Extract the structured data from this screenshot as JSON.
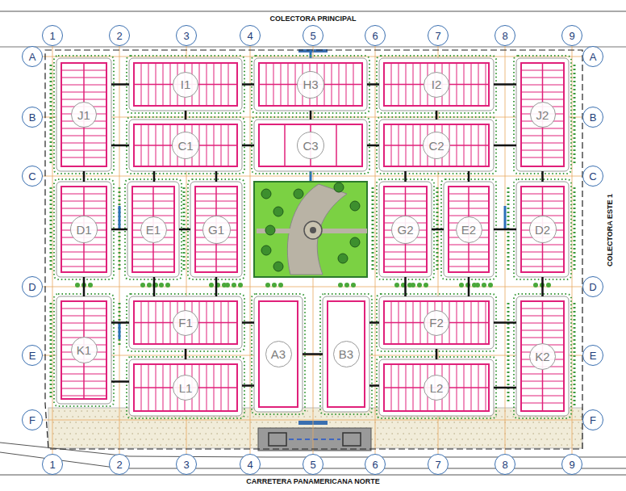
{
  "diagram": {
    "nodes": [
      {
        "text": [
          "1"
        ]
      },
      {
        "text": [
          "2"
        ]
      },
      {
        "text": [
          "3"
        ]
      },
      {
        "text": [
          "4"
        ]
      },
      {
        "text": [
          "5"
        ]
      },
      {
        "text": [
          "6"
        ]
      },
      {
        "text": [
          "7"
        ]
      },
      {
        "text": [
          "8"
        ]
      },
      {
        "text": [
          "9"
        ]
      },
      {
        "text": [
          "A"
        ]
      },
      {
        "text": [
          "B"
        ]
      },
      {
        "text": [
          "C"
        ]
      },
      {
        "text": [
          "D"
        ]
      },
      {
        "text": [
          "E"
        ]
      },
      {
        "text": [
          "F"
        ]
      },
      {
        "text": [
          "A"
        ]
      },
      {
        "text": [
          "B"
        ]
      },
      {
        "text": [
          "C"
        ]
      },
      {
        "text": [
          "D"
        ]
      },
      {
        "text": [
          "E"
        ]
      },
      {
        "text": [
          "F"
        ]
      },
      {
        "text": [
          "1"
        ]
      },
      {
        "text": [
          "2"
        ]
      },
      {
        "text": [
          "3"
        ]
      },
      {
        "text": [
          "4"
        ]
      },
      {
        "text": [
          "5"
        ]
      },
      {
        "text": [
          "6"
        ]
      },
      {
        "text": [
          "7"
        ]
      },
      {
        "text": [
          "8"
        ]
      },
      {
        "text": [
          "9"
        ]
      },
      {
        "text": [
          "J1"
        ]
      },
      {
        "text": [
          "I1"
        ]
      },
      {
        "text": [
          "H3"
        ]
      },
      {
        "text": [
          "I2"
        ]
      },
      {
        "text": [
          "J2"
        ]
      },
      {
        "text": [
          "C1"
        ]
      },
      {
        "text": [
          "C3"
        ]
      },
      {
        "text": [
          "C2"
        ]
      },
      {
        "text": [
          "D1"
        ]
      },
      {
        "text": [
          "E1"
        ]
      },
      {
        "text": [
          "G1"
        ]
      },
      {
        "text": [
          "G2"
        ]
      },
      {
        "text": [
          "E2"
        ]
      },
      {
        "text": [
          "D2"
        ]
      },
      {
        "text": [
          "K1"
        ]
      },
      {
        "text": [
          "F1"
        ]
      },
      {
        "text": [
          "A3"
        ]
      },
      {
        "text": [
          "B3"
        ]
      },
      {
        "text": [
          "F2"
        ]
      },
      {
        "text": [
          "K2"
        ]
      },
      {
        "text": [
          "L1"
        ]
      },
      {
        "text": [
          "L2"
        ]
      }
    ],
    "edges": [
      {
        "from": 30,
        "to": 31,
        "arrow": "none"
      },
      {
        "from": 31,
        "to": 32,
        "arrow": "none"
      },
      {
        "from": 32,
        "to": 33,
        "arrow": "none"
      },
      {
        "from": 33,
        "to": 34,
        "arrow": "none"
      },
      {
        "from": 30,
        "to": 35,
        "arrow": "none"
      },
      {
        "from": 35,
        "to": 36,
        "arrow": "none"
      },
      {
        "from": 36,
        "to": 37,
        "arrow": "none"
      },
      {
        "from": 37,
        "to": 34,
        "arrow": "none"
      },
      {
        "from": 31,
        "to": 35,
        "arrow": "none"
      },
      {
        "from": 32,
        "to": 36,
        "arrow": "none"
      },
      {
        "from": 33,
        "to": 37,
        "arrow": "none"
      },
      {
        "from": 30,
        "to": 38,
        "arrow": "none"
      },
      {
        "from": 34,
        "to": 43,
        "arrow": "none"
      },
      {
        "from": 35,
        "to": 39,
        "arrow": "none"
      },
      {
        "from": 35,
        "to": 40,
        "arrow": "none"
      },
      {
        "from": 37,
        "to": 41,
        "arrow": "none"
      },
      {
        "from": 37,
        "to": 42,
        "arrow": "none"
      },
      {
        "from": 38,
        "to": 39,
        "arrow": "none"
      },
      {
        "from": 39,
        "to": 40,
        "arrow": "none"
      },
      {
        "from": 41,
        "to": 42,
        "arrow": "none"
      },
      {
        "from": 42,
        "to": 43,
        "arrow": "none"
      },
      {
        "from": 38,
        "to": 44,
        "arrow": "none"
      },
      {
        "from": 39,
        "to": 45,
        "arrow": "none"
      },
      {
        "from": 40,
        "to": 45,
        "arrow": "none"
      },
      {
        "from": 41,
        "to": 48,
        "arrow": "none"
      },
      {
        "from": 42,
        "to": 48,
        "arrow": "none"
      },
      {
        "from": 43,
        "to": 49,
        "arrow": "none"
      },
      {
        "from": 44,
        "to": 45,
        "arrow": "none"
      },
      {
        "from": 45,
        "to": 46,
        "arrow": "none"
      },
      {
        "from": 46,
        "to": 47,
        "arrow": "none"
      },
      {
        "from": 47,
        "to": 48,
        "arrow": "none"
      },
      {
        "from": 48,
        "to": 49,
        "arrow": "none"
      },
      {
        "from": 45,
        "to": 50,
        "arrow": "none"
      },
      {
        "from": 48,
        "to": 51,
        "arrow": "none"
      },
      {
        "from": 44,
        "to": 50,
        "arrow": "none"
      },
      {
        "from": 50,
        "to": 46,
        "arrow": "none"
      },
      {
        "from": 47,
        "to": 51,
        "arrow": "none"
      },
      {
        "from": 51,
        "to": 49,
        "arrow": "none"
      }
    ],
    "labels": [
      "COLECTORA PRINCIPAL",
      "COLECTORA ESTE 1",
      "CARRETERA PANAMERICANA NORTE"
    ]
  }
}
